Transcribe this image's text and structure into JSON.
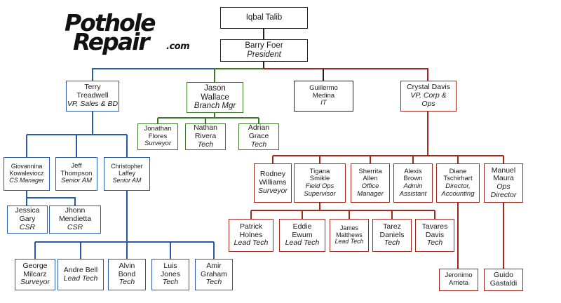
{
  "logo": {
    "line1": "Pothole",
    "line2": "Repair",
    "suffix": ".com"
  },
  "colors": {
    "black": "#222222",
    "blue": "#2b5aa8",
    "green": "#3f7a2a",
    "red": "#9e2a1f"
  },
  "nodes": {
    "iqbal": {
      "name": "Iqbal Talib",
      "title": ""
    },
    "barry": {
      "name": "Barry Foer",
      "title": "President"
    },
    "terry": {
      "name": "Terry\nTreadwell",
      "title": "VP, Sales & BD"
    },
    "jasonw": {
      "name": "Jason\nWallace",
      "title": "Branch Mgr"
    },
    "guillermo": {
      "name": "Guillermo\nMedina",
      "title": "IT"
    },
    "crystal": {
      "name": "Crystal Davis",
      "title": "VP, Corp &\nOps"
    },
    "jonathan": {
      "name": "Jonathan\nFlores",
      "title": "Surveyor"
    },
    "nathan": {
      "name": "Nathan\nRivera",
      "title": "Tech"
    },
    "adrian": {
      "name": "Adrian\nGrace",
      "title": "Tech"
    },
    "giovannina": {
      "name": "Giovannina\nKowaleviocz",
      "title": "CS Manager"
    },
    "jeff": {
      "name": "Jeff\nThompson",
      "title": "Senior AM"
    },
    "christopher": {
      "name": "Christopher\nLaffey",
      "title": "Senior AM"
    },
    "jessica": {
      "name": "Jessica\nGary",
      "title": "CSR"
    },
    "jhonn": {
      "name": "Jhonn\nMendietta",
      "title": "CSR"
    },
    "george": {
      "name": "George\nMilcarz",
      "title": "Surveyor"
    },
    "andre": {
      "name": "Andre Bell",
      "title": "Lead Tech"
    },
    "alvin": {
      "name": "Alvin\nBond",
      "title": "Tech"
    },
    "luis": {
      "name": "Luis\nJones",
      "title": "Tech"
    },
    "amir": {
      "name": "Amir\nGraham",
      "title": "Tech"
    },
    "rodney": {
      "name": "Rodney\nWilliams",
      "title": "Surveyor"
    },
    "tigana": {
      "name": "Tigana\nSmikle",
      "title": "Field Ops\nSupervisor"
    },
    "sherrita": {
      "name": "Sherrita\nAllen",
      "title": "Office\nManager"
    },
    "alexis": {
      "name": "Alexis\nBrown",
      "title": "Admin\nAssistant"
    },
    "diane": {
      "name": "Diane\nTschirhart",
      "title": "Director,\nAccounting"
    },
    "manuel": {
      "name": "Manuel\nMaura",
      "title": "Ops\nDirector"
    },
    "patrick": {
      "name": "Patrick\nHolnes",
      "title": "Lead Tech"
    },
    "eddie": {
      "name": "Eddie\nEwum",
      "title": "Lead Tech"
    },
    "jamesm": {
      "name": "James\nMatthews",
      "title": "Lead Tech"
    },
    "tarez": {
      "name": "Tarez\nDaniels",
      "title": "Tech"
    },
    "tavares": {
      "name": "Tavares\nDavis",
      "title": "Tech"
    },
    "jeronimo": {
      "name": "Jeronimo\nArrieta",
      "title": ""
    },
    "guido": {
      "name": "Guido\nGastaldi",
      "title": ""
    }
  }
}
